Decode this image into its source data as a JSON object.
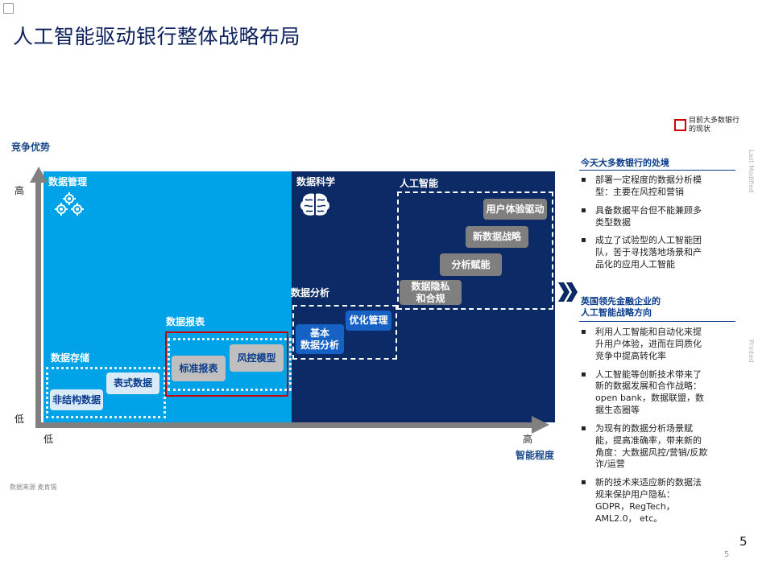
{
  "title": "人工智能驱动银行整体战略布局",
  "legend": {
    "label": "目前大多数银行的现状",
    "color": "#cc0000"
  },
  "axes": {
    "y_label": "竞争优势",
    "x_label": "智能程度",
    "y_high": "高",
    "y_low": "低",
    "x_low": "低",
    "x_high": "高"
  },
  "zones": {
    "data_mgmt": "数据管理",
    "data_science": "数据科学",
    "ai": "人工智能",
    "data_analysis": "数据分析",
    "data_report": "数据报表",
    "data_storage": "数据存储"
  },
  "boxes": {
    "unstructured": "非结构数据",
    "table_data": "表式数据",
    "std_report": "标准报表",
    "risk_model": "风控模型",
    "basic_analysis_1": "基本",
    "basic_analysis_2": "数据分析",
    "optimization": "优化管理",
    "privacy_1": "数据隐私",
    "privacy_2": "和合规",
    "analytics": "分析赋能",
    "new_strategy": "新数据战略",
    "ux_driven": "用户体验驱动"
  },
  "icons": {
    "data_mgmt": "gears-icon",
    "data_science": "brain-icon",
    "arrow": "double-chevron-icon"
  },
  "sidebar": {
    "today_title": "今天大多数银行的处境",
    "today_items": [
      "部署一定程度的数据分析模型：主要在风控和营销",
      "具备数据平台但不能兼顾多类型数据",
      "成立了试验型的人工智能团队，苦于寻找落地场景和产品化的应用人工智能"
    ],
    "uk_title_1": "英国领先金融企业的",
    "uk_title_2": "人工智能战略方向",
    "uk_items": [
      "利用人工智能和自动化来提升用户体验，进而在同质化竞争中提高转化率",
      "人工智能等创新技术带来了新的数据发展和合作战略：open bank，数据联盟，数据生态圈等",
      "为现有的数据分析场景赋能，提高准确率，带来新的角度：大数据风控/营销/反欺诈/运营",
      "新的技术来适应新的数据法规来保护用户隐私：GDPR，RegTech，AML2.0， etc。"
    ]
  },
  "source": "数据来源 麦肯锡",
  "side_vertical_1": "Last Modified",
  "side_vertical_2": "Printed",
  "page_number": "5",
  "page_number_small": "5",
  "colors": {
    "light_blue": "#00a3e8",
    "dark_navy": "#0b2a66",
    "title": "#0a1f5c"
  }
}
